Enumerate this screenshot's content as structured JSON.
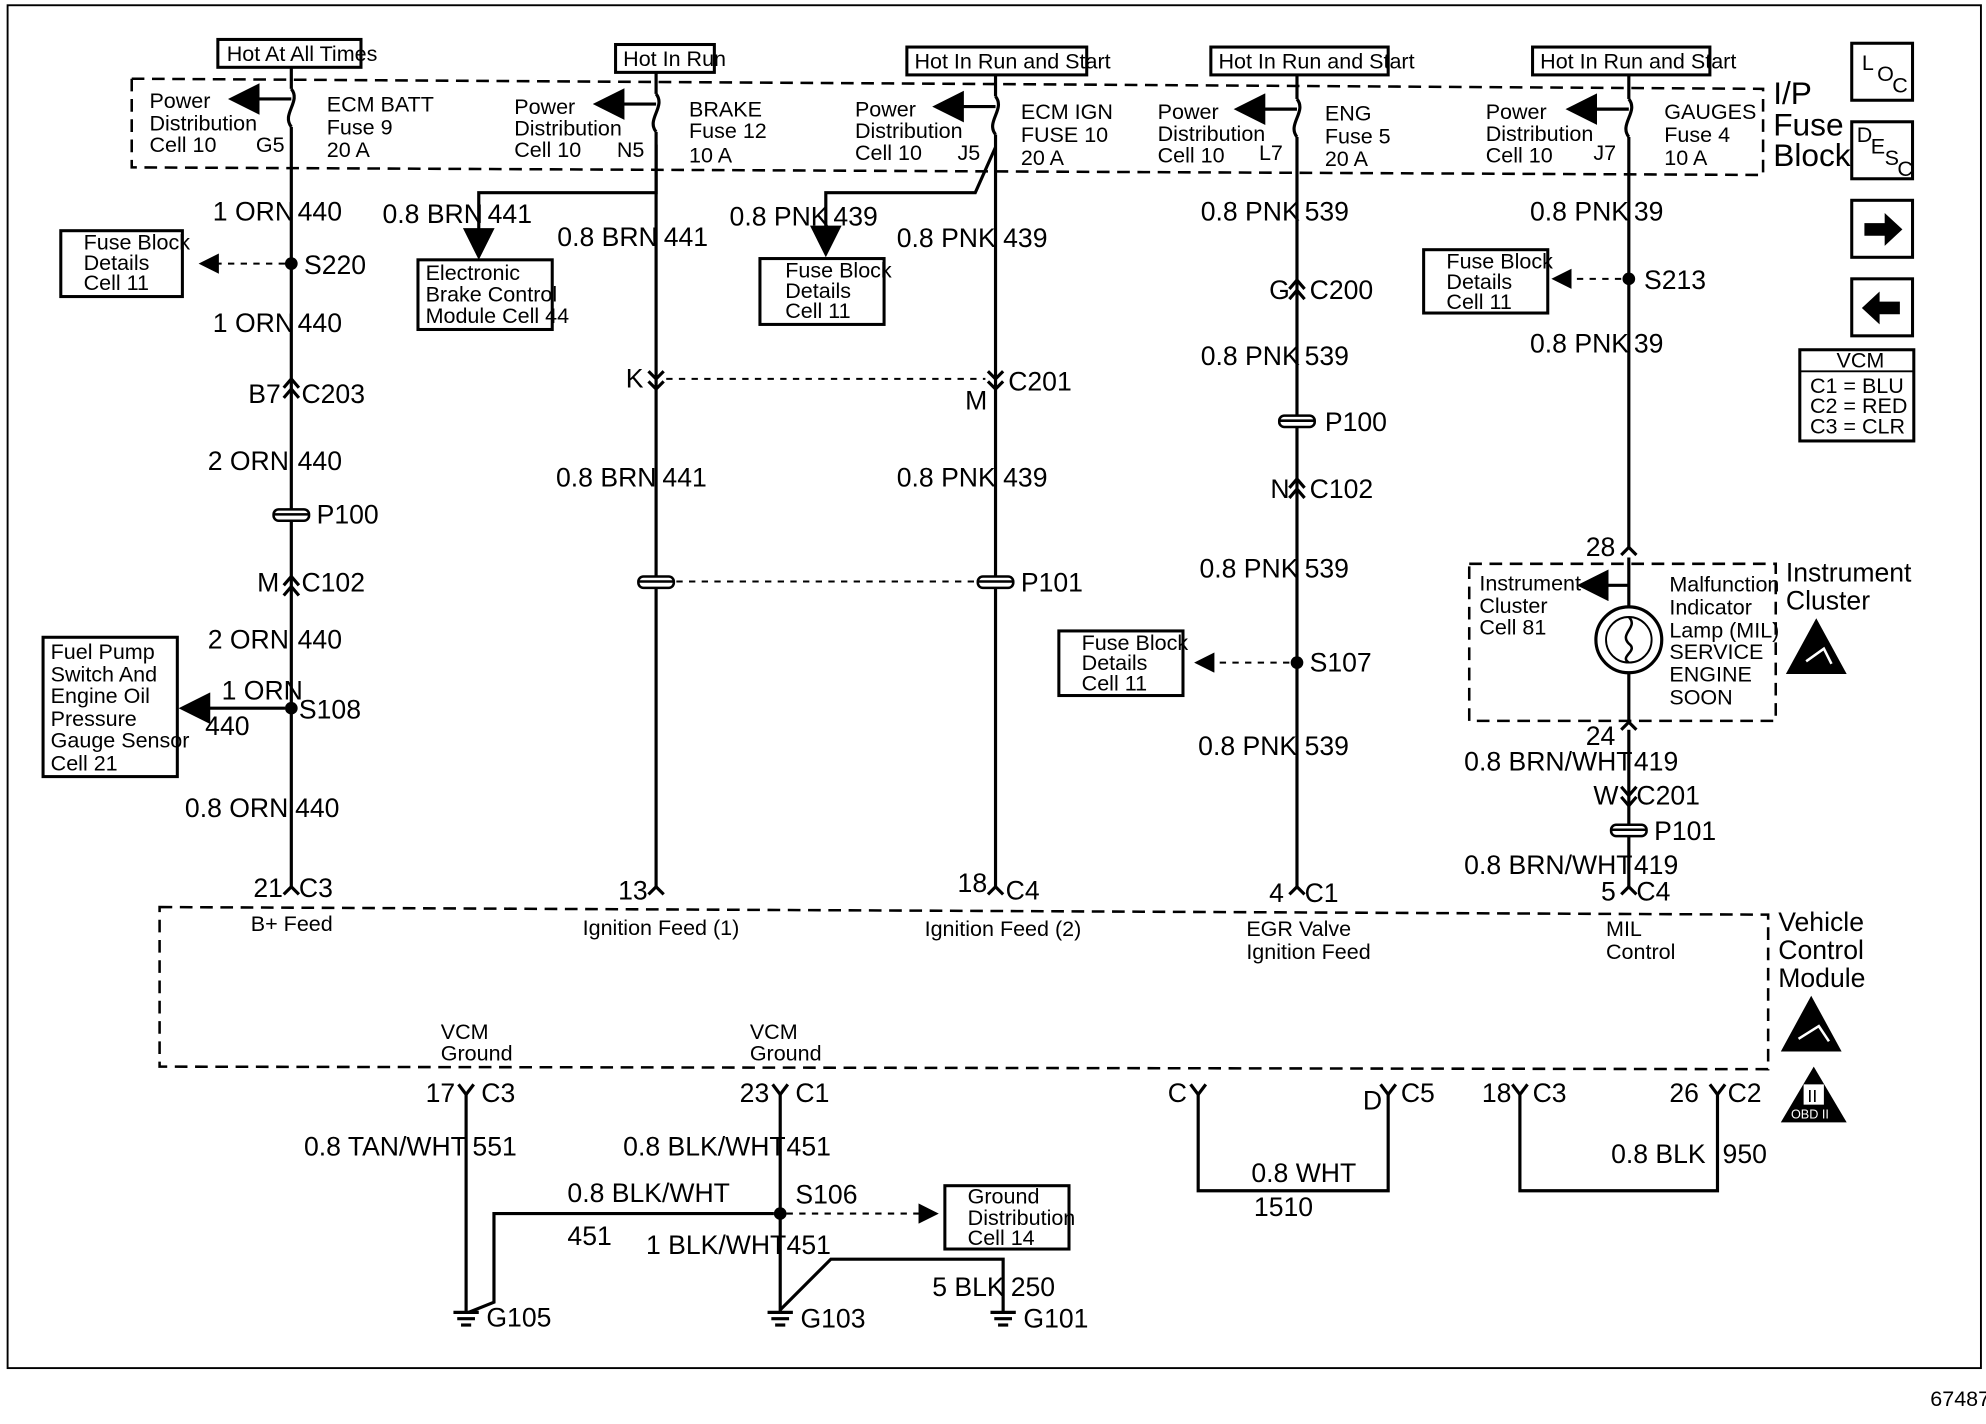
{
  "fuse_block": {
    "title": [
      "I/P",
      "Fuse",
      "Block"
    ],
    "headers": [
      "Hot At All Times",
      "Hot In Run",
      "Hot In Run and Start",
      "Hot In Run and Start",
      "Hot In Run and Start"
    ],
    "power_dist": [
      "Power",
      "Distribution",
      "Cell 10"
    ],
    "fuses": [
      {
        "name": [
          "ECM BATT",
          "Fuse 9",
          "20 A"
        ],
        "pin": "G5"
      },
      {
        "name": [
          "BRAKE",
          "Fuse 12",
          "10 A"
        ],
        "pin": "N5"
      },
      {
        "name": [
          "ECM IGN",
          "FUSE 10",
          "20 A"
        ],
        "pin": "J5"
      },
      {
        "name": [
          "ENG",
          "Fuse 5",
          "20 A"
        ],
        "pin": "L7"
      },
      {
        "name": [
          "GAUGES",
          "Fuse 4",
          "10 A"
        ],
        "pin": "J7"
      }
    ]
  },
  "nav": {
    "loc_icon": [
      "L",
      "O",
      "C"
    ],
    "desc_icon": [
      "D",
      "E",
      "S",
      "C"
    ],
    "vcm_table": [
      "VCM",
      "C1 = BLU",
      "C2 = RED",
      "C3 = CLR"
    ]
  },
  "col1": {
    "w1": [
      "1 ORN",
      "440"
    ],
    "splice": "S220",
    "w2": [
      "1 ORN",
      "440"
    ],
    "conn1": [
      "B7",
      "C203"
    ],
    "w3": [
      "2 ORN",
      "440"
    ],
    "p": "P100",
    "conn2": [
      "M",
      "C102"
    ],
    "w4": [
      "2 ORN",
      "440"
    ],
    "splice2": "S108",
    "branch": [
      "1 ORN",
      "440"
    ],
    "w5": [
      "0.8 ORN",
      "440"
    ],
    "vcm_pin": [
      "21",
      "C3"
    ],
    "vcm_label": "B+ Feed"
  },
  "col2": {
    "branch": [
      "0.8 BRN",
      "441"
    ],
    "w1": [
      "0.8 BRN",
      "441"
    ],
    "conn": "K",
    "w2": [
      "0.8 BRN",
      "441"
    ],
    "vcm_pin": "13",
    "vcm_label": "Ignition Feed (1)"
  },
  "col3": {
    "branch": [
      "0.8 PNK",
      "439"
    ],
    "w1": [
      "0.8 PNK",
      "439"
    ],
    "conn": [
      "M",
      "C201"
    ],
    "w2": [
      "0.8 PNK",
      "439"
    ],
    "p": "P101",
    "vcm_pin": [
      "18",
      "C4"
    ],
    "vcm_label": "Ignition Feed (2)"
  },
  "col4": {
    "w1": [
      "0.8 PNK",
      "539"
    ],
    "conn1": [
      "G",
      "C200"
    ],
    "w2": [
      "0.8 PNK",
      "539"
    ],
    "p": "P100",
    "conn2": [
      "N",
      "C102"
    ],
    "w3": [
      "0.8 PNK",
      "539"
    ],
    "splice": "S107",
    "w4": [
      "0.8 PNK",
      "539"
    ],
    "vcm_pin": [
      "4",
      "C1"
    ],
    "vcm_label": [
      "EGR Valve",
      "Ignition Feed"
    ]
  },
  "col5": {
    "w1": [
      "0.8 PNK",
      "39"
    ],
    "splice": "S213",
    "w2": [
      "0.8 PNK",
      "39"
    ],
    "pin_in": "28",
    "pin_out": "24",
    "w3": [
      "0.8 BRN/WHT",
      "419"
    ],
    "conn": [
      "W",
      "C201"
    ],
    "p": "P101",
    "w4": [
      "0.8 BRN/WHT",
      "419"
    ],
    "vcm_pin": [
      "5",
      "C4"
    ],
    "vcm_label": [
      "MIL",
      "Control"
    ]
  },
  "boxes": {
    "fuse_details": [
      "Fuse Block",
      "Details",
      "Cell 11"
    ],
    "ebcm": [
      "Electronic",
      "Brake Control",
      "Module Cell 44"
    ],
    "fuel_pump": [
      "Fuel Pump",
      "Switch And",
      "Engine Oil",
      "Pressure",
      "Gauge Sensor",
      "Cell 21"
    ],
    "ground_dist": [
      "Ground",
      "Distribution",
      "Cell 14"
    ]
  },
  "cluster": {
    "title": [
      "Instrument",
      "Cluster"
    ],
    "cell_ref": [
      "Instrument",
      "Cluster",
      "Cell 81"
    ],
    "lamp": [
      "Malfunction",
      "Indicator",
      "Lamp (MIL)",
      "SERVICE",
      "ENGINE",
      "SOON"
    ]
  },
  "vcm": {
    "title": [
      "Vehicle",
      "Control",
      "Module"
    ],
    "ground_label": [
      "VCM",
      "Ground"
    ],
    "g1": {
      "pin": [
        "17",
        "C3"
      ],
      "wire": [
        "0.8 TAN/WHT",
        "551"
      ],
      "ground": "G105"
    },
    "g2": {
      "pin": [
        "23",
        "C1"
      ],
      "wire": [
        "0.8 BLK/WHT",
        "451"
      ],
      "splice": "S106",
      "branch": [
        "0.8 BLK/WHT",
        "451"
      ],
      "wire2": [
        "1 BLK/WHT",
        "451"
      ],
      "ground": "G103"
    },
    "g3": {
      "wire": [
        "5 BLK",
        "250"
      ],
      "ground": "G101"
    },
    "loop1": {
      "pins": [
        "C",
        "D",
        "C5"
      ],
      "wire": [
        "0.8 WHT",
        "1510"
      ]
    },
    "loop2": {
      "pins": [
        "18",
        "C3",
        "26",
        "C2"
      ],
      "wire": [
        "0.8 BLK",
        "950"
      ]
    }
  },
  "obd_icon": [
    "II",
    "OBD II"
  ],
  "figure_id": "67487"
}
